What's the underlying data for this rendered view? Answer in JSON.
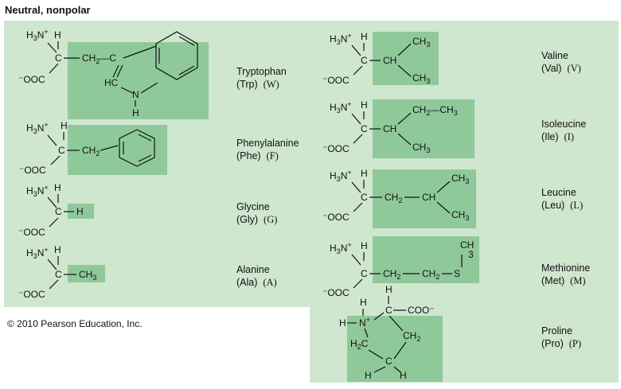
{
  "header": {
    "title": "Neutral, nonpolar"
  },
  "footer": {
    "copyright": "© 2010 Pearson Education, Inc."
  },
  "amino_acids": [
    {
      "name": "Tryptophan",
      "code": "(Trp)",
      "letter": "(W)"
    },
    {
      "name": "Phenylalanine",
      "code": "(Phe)",
      "letter": "(F)"
    },
    {
      "name": "Glycine",
      "code": "(Gly)",
      "letter": "(G)"
    },
    {
      "name": "Alanine",
      "code": "(Ala)",
      "letter": "(A)"
    },
    {
      "name": "Valine",
      "code": "(Val)",
      "letter": "(V)"
    },
    {
      "name": "Isoleucine",
      "code": "(Ile)",
      "letter": "(I)"
    },
    {
      "name": "Leucine",
      "code": "(Leu)",
      "letter": "(L)"
    },
    {
      "name": "Methionine",
      "code": "(Met)",
      "letter": "(M)"
    },
    {
      "name": "Proline",
      "code": "(Pro)",
      "letter": "(P)"
    }
  ],
  "colors": {
    "panel": "#cfe6cf",
    "side_chain_box": "#8fc99a"
  }
}
